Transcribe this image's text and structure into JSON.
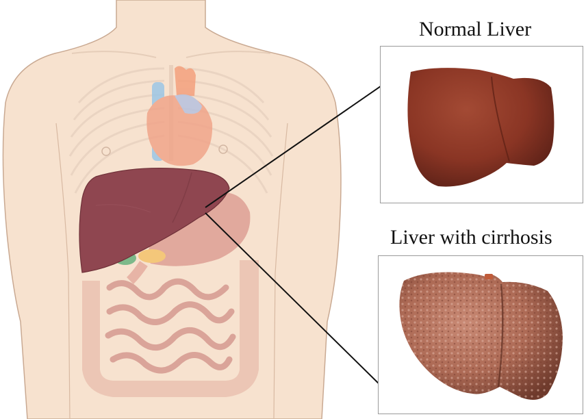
{
  "labels": {
    "normal": "Normal Liver",
    "cirrhosis": "Liver with cirrhosis"
  },
  "colors": {
    "skin": "#f7e2cf",
    "skin_outline": "#c9a992",
    "liver_body": "#8f4650",
    "normal_liver": "#8e3826",
    "cirrhotic_liver": "#b06a55",
    "heart": "#f0a07a",
    "intestine": "#e6b7a4",
    "gallbladder": "#7db98a",
    "pancreas": "#f4c77a"
  },
  "icons": [
    "torso-illustration",
    "normal-liver-photo",
    "cirrhotic-liver-photo"
  ]
}
